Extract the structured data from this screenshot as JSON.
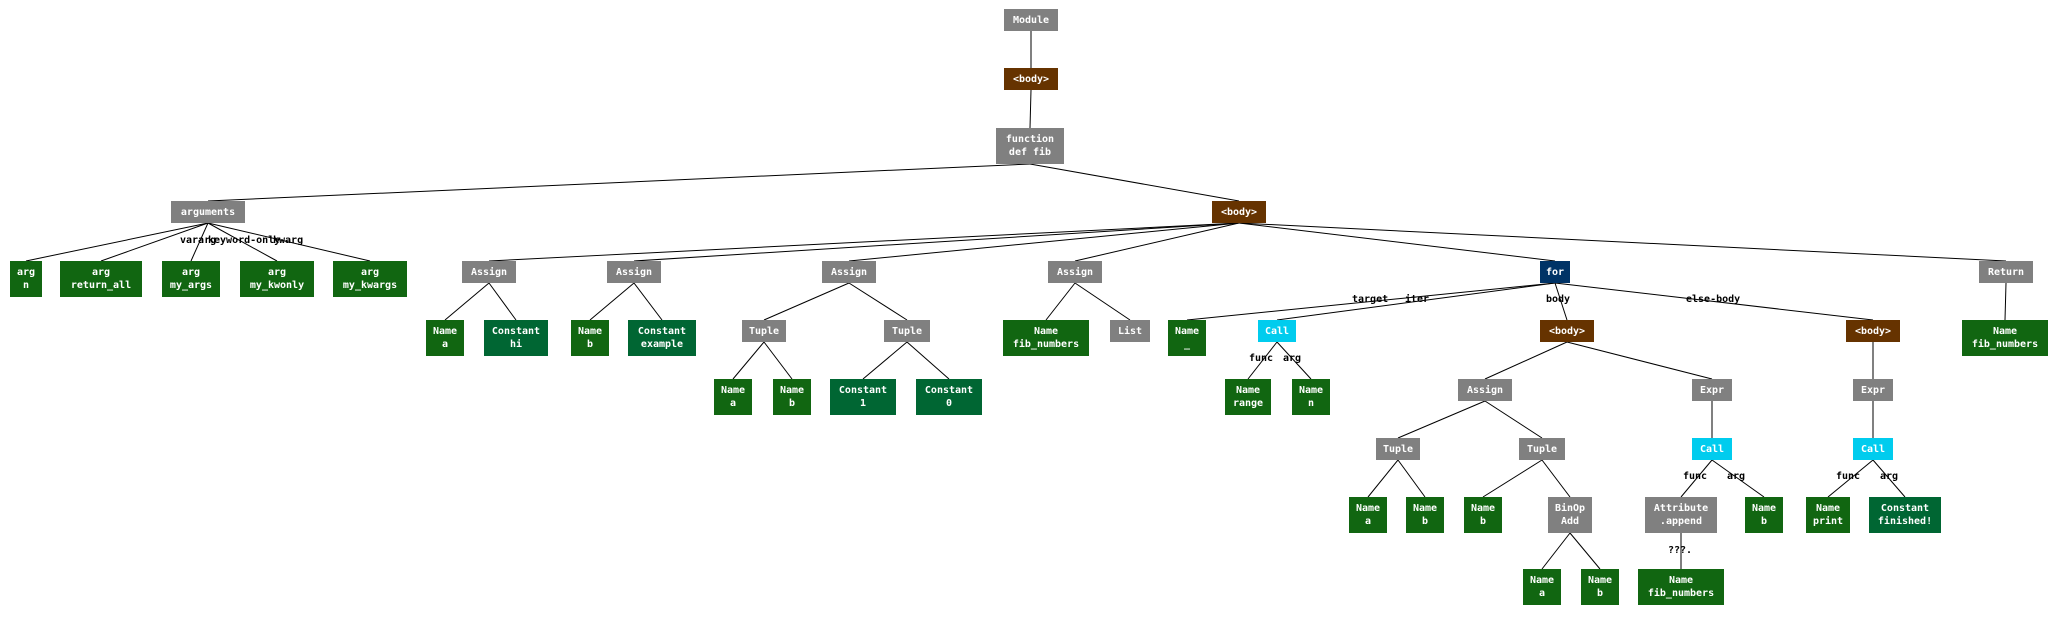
{
  "colors": {
    "gray": "#808080",
    "brown": "#663300",
    "navy": "#003366",
    "cyan": "#00ccee",
    "name_green": "#116611",
    "const_green": "#006633",
    "edge": "#000000"
  },
  "nodes": {
    "module": {
      "lines": [
        "Module"
      ],
      "color": "gray"
    },
    "body1": {
      "lines": [
        "<body>"
      ],
      "color": "brown"
    },
    "funcdef": {
      "lines": [
        "function",
        "def fib"
      ],
      "color": "gray"
    },
    "arguments": {
      "lines": [
        "arguments"
      ],
      "color": "gray"
    },
    "arg_n": {
      "lines": [
        "arg",
        "n"
      ],
      "color": "name_green"
    },
    "arg_return_all": {
      "lines": [
        "arg",
        "return_all"
      ],
      "color": "name_green"
    },
    "arg_my_args": {
      "lines": [
        "arg",
        "my_args"
      ],
      "color": "name_green"
    },
    "arg_my_kwonly": {
      "lines": [
        "arg",
        "my_kwonly"
      ],
      "color": "name_green"
    },
    "arg_my_kwargs": {
      "lines": [
        "arg",
        "my_kwargs"
      ],
      "color": "name_green"
    },
    "body2": {
      "lines": [
        "<body>"
      ],
      "color": "brown"
    },
    "assign1": {
      "lines": [
        "Assign"
      ],
      "color": "gray"
    },
    "name_a1": {
      "lines": [
        "Name",
        "a"
      ],
      "color": "name_green"
    },
    "const_hi": {
      "lines": [
        "Constant",
        "hi"
      ],
      "color": "const_green"
    },
    "assign2": {
      "lines": [
        "Assign"
      ],
      "color": "gray"
    },
    "name_b1": {
      "lines": [
        "Name",
        "b"
      ],
      "color": "name_green"
    },
    "const_example": {
      "lines": [
        "Constant",
        "example"
      ],
      "color": "const_green"
    },
    "assign3": {
      "lines": [
        "Assign"
      ],
      "color": "gray"
    },
    "tuple1": {
      "lines": [
        "Tuple"
      ],
      "color": "gray"
    },
    "name_a2": {
      "lines": [
        "Name",
        "a"
      ],
      "color": "name_green"
    },
    "name_b2": {
      "lines": [
        "Name",
        "b"
      ],
      "color": "name_green"
    },
    "tuple2": {
      "lines": [
        "Tuple"
      ],
      "color": "gray"
    },
    "const_1": {
      "lines": [
        "Constant",
        "1"
      ],
      "color": "const_green"
    },
    "const_0": {
      "lines": [
        "Constant",
        "0"
      ],
      "color": "const_green"
    },
    "assign4": {
      "lines": [
        "Assign"
      ],
      "color": "gray"
    },
    "name_fib1": {
      "lines": [
        "Name",
        "fib_numbers"
      ],
      "color": "name_green"
    },
    "list1": {
      "lines": [
        "List"
      ],
      "color": "gray"
    },
    "for1": {
      "lines": [
        "for"
      ],
      "color": "navy"
    },
    "name_us": {
      "lines": [
        "Name",
        "_"
      ],
      "color": "name_green"
    },
    "call1": {
      "lines": [
        "Call"
      ],
      "color": "cyan"
    },
    "name_range": {
      "lines": [
        "Name",
        "range"
      ],
      "color": "name_green"
    },
    "name_n": {
      "lines": [
        "Name",
        "n"
      ],
      "color": "name_green"
    },
    "body3": {
      "lines": [
        "<body>"
      ],
      "color": "brown"
    },
    "assign5": {
      "lines": [
        "Assign"
      ],
      "color": "gray"
    },
    "tuple3": {
      "lines": [
        "Tuple"
      ],
      "color": "gray"
    },
    "name_a3": {
      "lines": [
        "Name",
        "a"
      ],
      "color": "name_green"
    },
    "name_b3": {
      "lines": [
        "Name",
        "b"
      ],
      "color": "name_green"
    },
    "tuple4": {
      "lines": [
        "Tuple"
      ],
      "color": "gray"
    },
    "name_b4": {
      "lines": [
        "Name",
        "b"
      ],
      "color": "name_green"
    },
    "binop": {
      "lines": [
        "BinOp",
        "Add"
      ],
      "color": "gray"
    },
    "name_a4": {
      "lines": [
        "Name",
        "a"
      ],
      "color": "name_green"
    },
    "name_b5": {
      "lines": [
        "Name",
        "b"
      ],
      "color": "name_green"
    },
    "expr1": {
      "lines": [
        "Expr"
      ],
      "color": "gray"
    },
    "call2": {
      "lines": [
        "Call"
      ],
      "color": "cyan"
    },
    "attr_append": {
      "lines": [
        "Attribute",
        ".append"
      ],
      "color": "gray"
    },
    "name_fib2": {
      "lines": [
        "Name",
        "fib_numbers"
      ],
      "color": "name_green"
    },
    "name_b6": {
      "lines": [
        "Name",
        "b"
      ],
      "color": "name_green"
    },
    "body4": {
      "lines": [
        "<body>"
      ],
      "color": "brown"
    },
    "expr2": {
      "lines": [
        "Expr"
      ],
      "color": "gray"
    },
    "call3": {
      "lines": [
        "Call"
      ],
      "color": "cyan"
    },
    "name_print": {
      "lines": [
        "Name",
        "print"
      ],
      "color": "name_green"
    },
    "const_finished": {
      "lines": [
        "Constant",
        "finished!"
      ],
      "color": "const_green"
    },
    "return1": {
      "lines": [
        "Return"
      ],
      "color": "gray"
    },
    "name_fib3": {
      "lines": [
        "Name",
        "fib_numbers"
      ],
      "color": "name_green"
    }
  },
  "edges": [
    {
      "from": "module",
      "to": "body1"
    },
    {
      "from": "body1",
      "to": "funcdef"
    },
    {
      "from": "funcdef",
      "to": "arguments"
    },
    {
      "from": "funcdef",
      "to": "body2"
    },
    {
      "from": "arguments",
      "to": "arg_n"
    },
    {
      "from": "arguments",
      "to": "arg_return_all"
    },
    {
      "from": "arguments",
      "to": "arg_my_args",
      "label": "vararg"
    },
    {
      "from": "arguments",
      "to": "arg_my_kwonly",
      "label": "keyword-only"
    },
    {
      "from": "arguments",
      "to": "arg_my_kwargs",
      "label": "kwarg"
    },
    {
      "from": "body2",
      "to": "assign1"
    },
    {
      "from": "body2",
      "to": "assign2"
    },
    {
      "from": "body2",
      "to": "assign3"
    },
    {
      "from": "body2",
      "to": "assign4"
    },
    {
      "from": "body2",
      "to": "for1"
    },
    {
      "from": "body2",
      "to": "return1"
    },
    {
      "from": "assign1",
      "to": "name_a1"
    },
    {
      "from": "assign1",
      "to": "const_hi"
    },
    {
      "from": "assign2",
      "to": "name_b1"
    },
    {
      "from": "assign2",
      "to": "const_example"
    },
    {
      "from": "assign3",
      "to": "tuple1"
    },
    {
      "from": "assign3",
      "to": "tuple2"
    },
    {
      "from": "tuple1",
      "to": "name_a2"
    },
    {
      "from": "tuple1",
      "to": "name_b2"
    },
    {
      "from": "tuple2",
      "to": "const_1"
    },
    {
      "from": "tuple2",
      "to": "const_0"
    },
    {
      "from": "assign4",
      "to": "name_fib1"
    },
    {
      "from": "assign4",
      "to": "list1"
    },
    {
      "from": "for1",
      "to": "name_us",
      "label": "target"
    },
    {
      "from": "for1",
      "to": "call1",
      "label": "iter"
    },
    {
      "from": "for1",
      "to": "body3",
      "label": "body"
    },
    {
      "from": "for1",
      "to": "body4",
      "label": "else-body"
    },
    {
      "from": "call1",
      "to": "name_range",
      "label": "func"
    },
    {
      "from": "call1",
      "to": "name_n",
      "label": "arg"
    },
    {
      "from": "body3",
      "to": "assign5"
    },
    {
      "from": "body3",
      "to": "expr1"
    },
    {
      "from": "assign5",
      "to": "tuple3"
    },
    {
      "from": "assign5",
      "to": "tuple4"
    },
    {
      "from": "tuple3",
      "to": "name_a3"
    },
    {
      "from": "tuple3",
      "to": "name_b3"
    },
    {
      "from": "tuple4",
      "to": "name_b4"
    },
    {
      "from": "tuple4",
      "to": "binop"
    },
    {
      "from": "binop",
      "to": "name_a4"
    },
    {
      "from": "binop",
      "to": "name_b5"
    },
    {
      "from": "expr1",
      "to": "call2"
    },
    {
      "from": "call2",
      "to": "attr_append",
      "label": "func"
    },
    {
      "from": "call2",
      "to": "name_b6",
      "label": "arg"
    },
    {
      "from": "attr_append",
      "to": "name_fib2",
      "label": "???."
    },
    {
      "from": "body4",
      "to": "expr2"
    },
    {
      "from": "expr2",
      "to": "call3"
    },
    {
      "from": "call3",
      "to": "name_print",
      "label": "func"
    },
    {
      "from": "call3",
      "to": "const_finished",
      "label": "arg"
    },
    {
      "from": "return1",
      "to": "name_fib3"
    }
  ]
}
